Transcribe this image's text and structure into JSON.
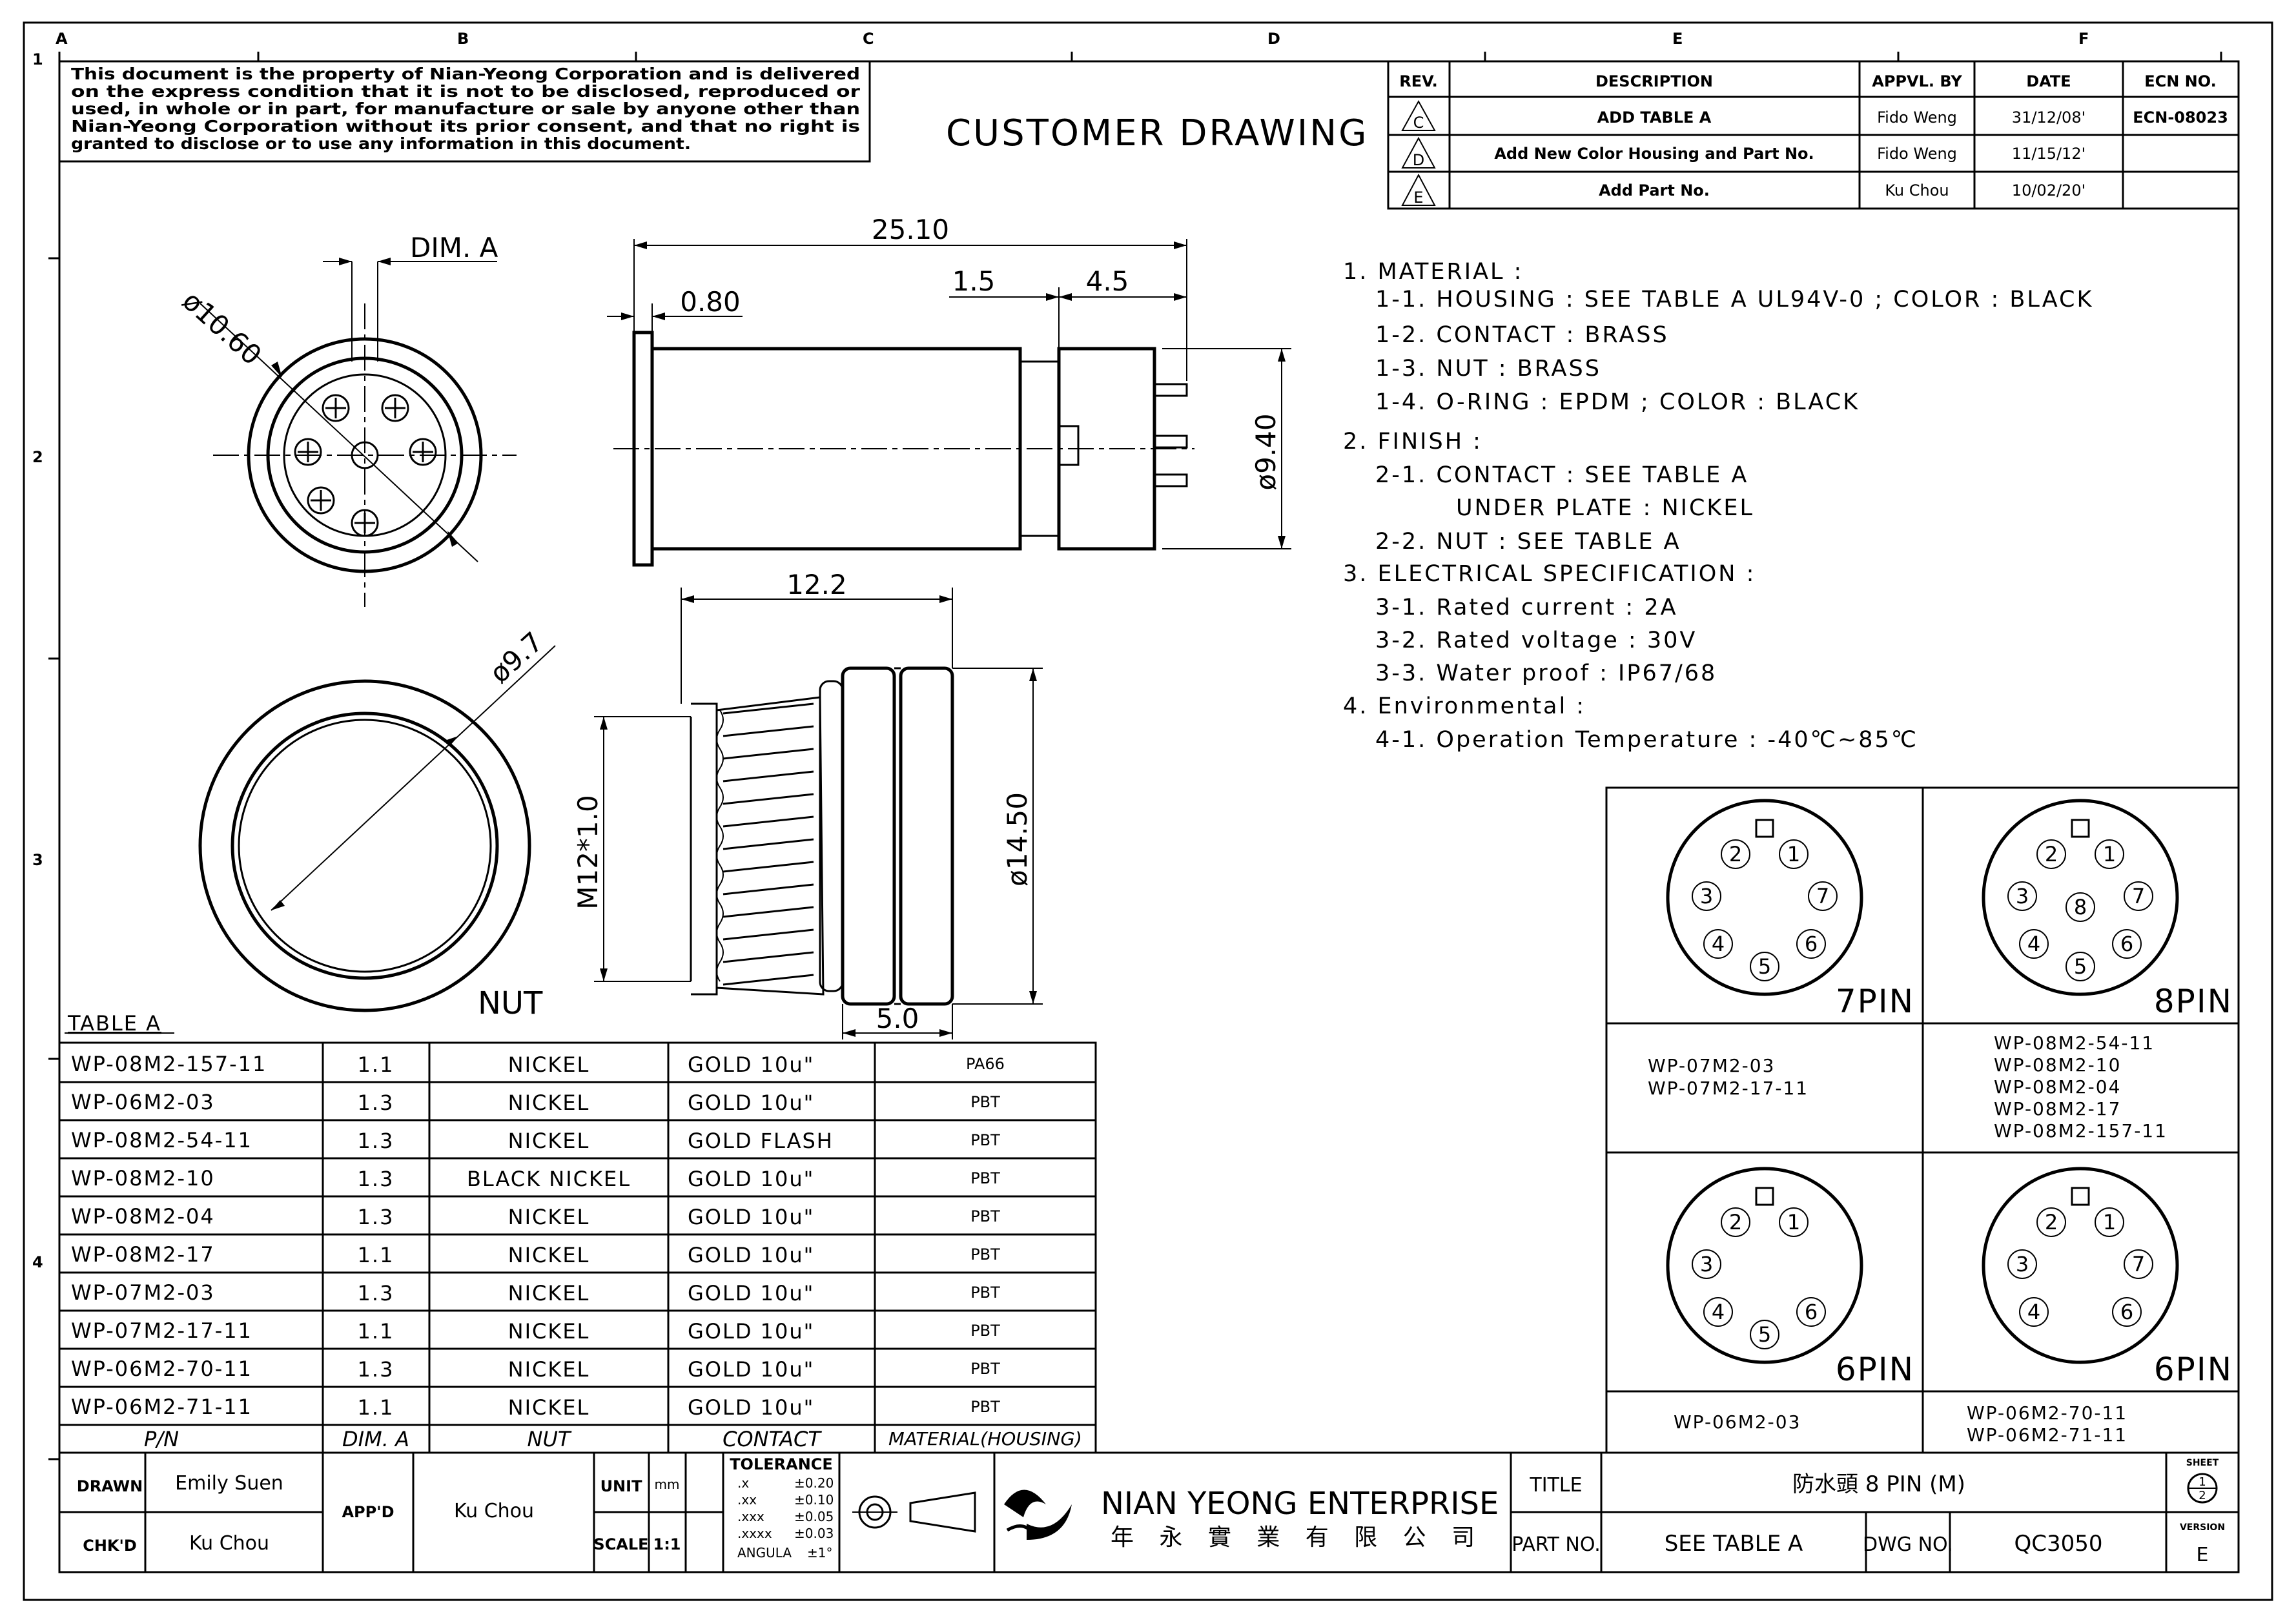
{
  "notice": [
    "This document is the property of Nian-Yeong Corporation and is delivered",
    "on  the  express condition that it is not to be disclosed, reproduced or",
    "used, in whole or in part, for manufacture or sale by anyone other than",
    "Nian-Yeong Corporation without  its prior consent, and that  no right  is",
    "granted to disclose or to use any information in this  document."
  ],
  "grid": {
    "columns": [
      "A",
      "B",
      "C",
      "D",
      "E",
      "F"
    ],
    "rows": [
      "1",
      "2",
      "3",
      "4"
    ]
  },
  "customer_drawing": "CUSTOMER  DRAWING",
  "revision_table": {
    "headers": [
      "REV.",
      "DESCRIPTION",
      "APPVL. BY",
      "DATE",
      "ECN NO."
    ],
    "rows": [
      {
        "rev": "C",
        "description": "ADD TABLE A",
        "by": "Fido Weng",
        "date": "31/12/08'",
        "ecn": "ECN-08023"
      },
      {
        "rev": "D",
        "description": "Add New Color Housing and Part No.",
        "by": "Fido Weng",
        "date": "11/15/12'",
        "ecn": ""
      },
      {
        "rev": "E",
        "description": "Add Part No.",
        "by": "Ku Chou",
        "date": "10/02/20'",
        "ecn": ""
      }
    ]
  },
  "dimensions": {
    "dim_a": "DIM. A",
    "dia_1060": "ø10.60",
    "len_2510": "25.10",
    "len_080": "0.80",
    "len_15": "1.5",
    "len_45": "4.5",
    "dia_940": "ø9.40",
    "len_122": "12.2",
    "dia_97": "ø9.7",
    "thread": "M12*1.0",
    "dia_1450": "ø14.50",
    "len_50": "5.0",
    "nut_label": "NUT"
  },
  "specs": [
    "1.  MATERIAL  :",
    "1-1.  HOUSING  :  SEE  TABLE  A  UL94V-0  ;  COLOR  :  BLACK",
    "1-2.  CONTACT  :  BRASS",
    "1-3.  NUT  :  BRASS",
    "1-4.  O-RING  :  EPDM  ;  COLOR  :  BLACK",
    "2.  FINISH  :",
    "2-1.  CONTACT  :  SEE  TABLE  A",
    "UNDER  PLATE  :  NICKEL",
    "2-2.  NUT  :  SEE  TABLE  A",
    "3.  ELECTRICAL  SPECIFICATION  :",
    "3-1.  Rated  current  :  2A",
    "3-2.  Rated  voltage  :  30V",
    "3-3.  Water  proof  :  IP67/68",
    "4.  Environmental  :",
    "4-1.  Operation  Temperature  :  -40℃~85℃"
  ],
  "pin_panels": [
    {
      "label": "7PIN",
      "pins": [
        "1",
        "2",
        "3",
        "4",
        "5",
        "6",
        "7"
      ],
      "parts": [
        "WP-07M2-03",
        "WP-07M2-17-11"
      ]
    },
    {
      "label": "8PIN",
      "pins": [
        "1",
        "2",
        "3",
        "4",
        "5",
        "6",
        "7",
        "8"
      ],
      "parts": [
        "WP-08M2-54-11",
        "WP-08M2-10",
        "WP-08M2-04",
        "WP-08M2-17",
        "WP-08M2-157-11"
      ]
    },
    {
      "label": "6PIN",
      "pins": [
        "1",
        "2",
        "3",
        "4",
        "5",
        "6"
      ],
      "parts": [
        "WP-06M2-03"
      ]
    },
    {
      "label": "6PIN",
      "pins": [
        "1",
        "2",
        "3",
        "4",
        "6",
        "7"
      ],
      "parts": [
        "WP-06M2-70-11",
        "WP-06M2-71-11"
      ]
    }
  ],
  "table_a": {
    "title": "TABLE  A",
    "headers": [
      "P/N",
      "DIM. A",
      "NUT",
      "CONTACT",
      "MATERIAL(HOUSING)"
    ],
    "rows": [
      [
        "WP-08M2-157-11",
        "1.1",
        "NICKEL",
        "GOLD  10u\"",
        "PA66"
      ],
      [
        "WP-06M2-03",
        "1.3",
        "NICKEL",
        "GOLD  10u\"",
        "PBT"
      ],
      [
        "WP-08M2-54-11",
        "1.3",
        "NICKEL",
        "GOLD  FLASH",
        "PBT"
      ],
      [
        "WP-08M2-10",
        "1.3",
        "BLACK  NICKEL",
        "GOLD  10u\"",
        "PBT"
      ],
      [
        "WP-08M2-04",
        "1.3",
        "NICKEL",
        "GOLD  10u\"",
        "PBT"
      ],
      [
        "WP-08M2-17",
        "1.1",
        "NICKEL",
        "GOLD  10u\"",
        "PBT"
      ],
      [
        "WP-07M2-03",
        "1.3",
        "NICKEL",
        "GOLD  10u\"",
        "PBT"
      ],
      [
        "WP-07M2-17-11",
        "1.1",
        "NICKEL",
        "GOLD  10u\"",
        "PBT"
      ],
      [
        "WP-06M2-70-11",
        "1.3",
        "NICKEL",
        "GOLD  10u\"",
        "PBT"
      ],
      [
        "WP-06M2-71-11",
        "1.1",
        "NICKEL",
        "GOLD  10u\"",
        "PBT"
      ]
    ]
  },
  "title_block": {
    "drawn_label": "DRAWN",
    "drawn": "Emily Suen",
    "chkd_label": "CHK'D",
    "chkd": "Ku Chou",
    "appd_label": "APP'D",
    "appd": "Ku Chou",
    "unit_label": "UNIT",
    "unit": "mm",
    "scale_label": "SCALE",
    "scale": "1:1",
    "tolerance_title": "TOLERANCE",
    "tolerances": [
      {
        "k": ".x",
        "v": "±0.20"
      },
      {
        "k": ".xx",
        "v": "±0.10"
      },
      {
        "k": ".xxx",
        "v": "±0.05"
      },
      {
        "k": ".xxxx",
        "v": "±0.03"
      },
      {
        "k": "ANGULA",
        "v": "±1°"
      }
    ],
    "company": "NIAN YEONG ENTERPRISE",
    "company_cn": "年 永 實 業 有 限 公 司",
    "title_label": "TITLE",
    "title": "防水頭  8  PIN  (M)",
    "partno_label": "PART NO.",
    "partno": "SEE  TABLE  A",
    "dwgno_label": "DWG NO.",
    "dwgno": "QC3050",
    "sheet_label": "SHEET",
    "sheet_top": "1",
    "sheet_bottom": "2",
    "version_label": "VERSION",
    "version": "E"
  }
}
